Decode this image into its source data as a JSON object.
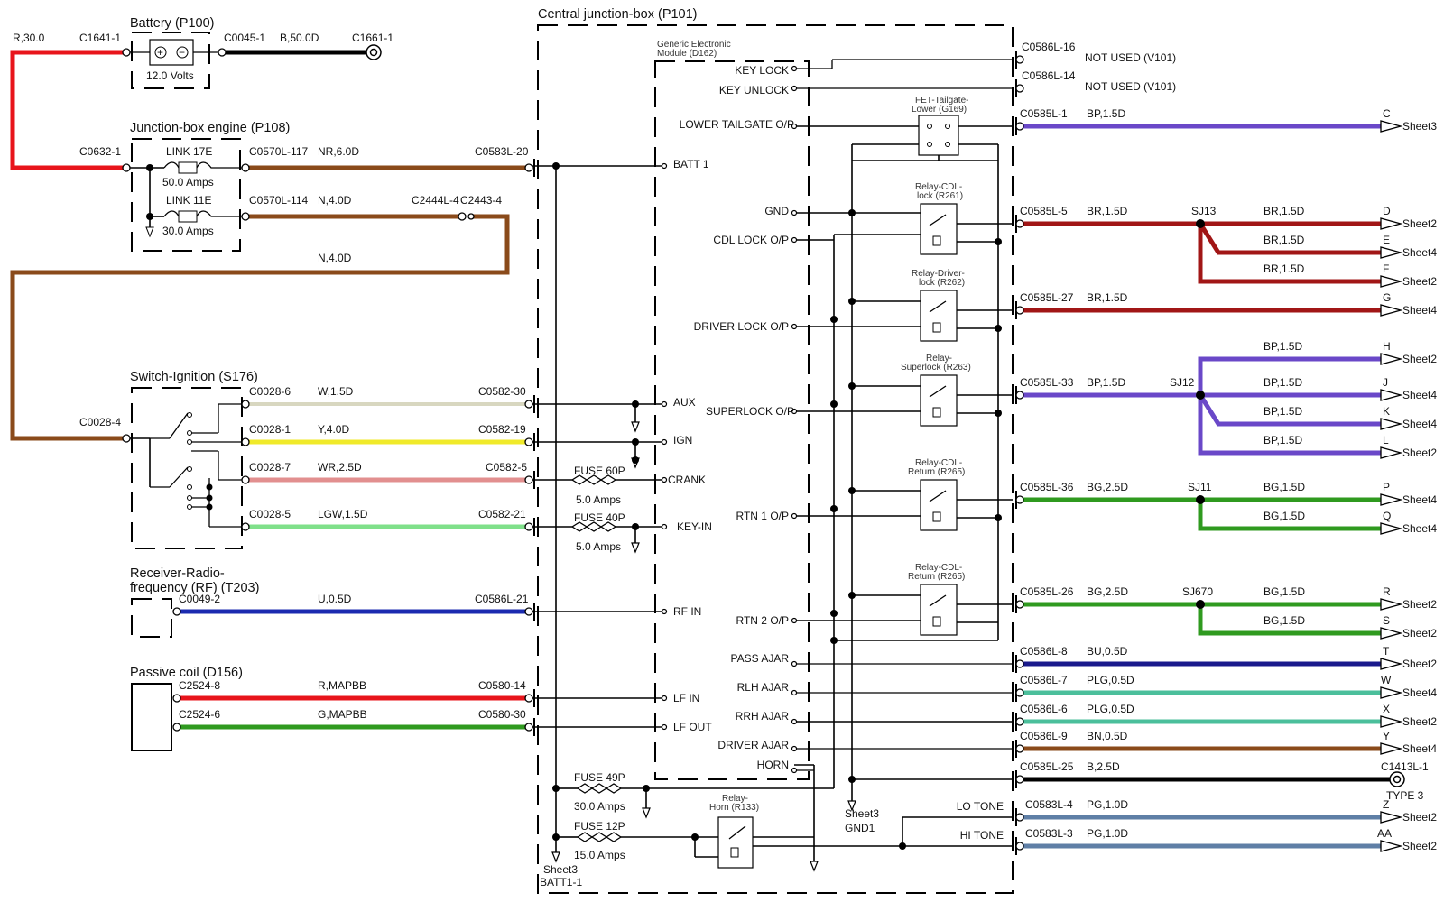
{
  "colors": {
    "red": "#e8141b",
    "brown": "#8a4a1a",
    "purple": "#6a48c8",
    "darkred": "#a11616",
    "green": "#2f9a1f",
    "navy": "#1a1a8c",
    "blue": "#1b2bb0",
    "teal": "#4bbf9b",
    "slate": "#5f7fa6",
    "yellow": "#f0ea2a",
    "pink": "#e28f8f",
    "lightgreen": "#7fe08a",
    "cream": "#d8d7c0"
  },
  "components": {
    "battery": {
      "title": "Battery (P100)",
      "voltage": "12.0 Volts",
      "wire_in": "R,30.0",
      "pin_in": "C1641-1",
      "pin_out": "C0045-1",
      "wire_out": "B,50.0D",
      "ground": "C1661-1"
    },
    "jbe": {
      "title": "Junction-box engine (P108)",
      "pin_in": "C0632-1",
      "link1": "LINK 17E",
      "link1_rating": "50.0 Amps",
      "link2": "LINK 11E",
      "link2_rating": "30.0 Amps",
      "pin1": "C0570L-117",
      "wire1": "NR,6.0D",
      "pin2": "C0570L-114",
      "wire2": "N,4.0D",
      "pin_inline1": "C2444L-4",
      "pin_inline2": "C2443-4",
      "wire_loop": "N,4.0D"
    },
    "ignition": {
      "title": "Switch-Ignition (S176)",
      "pin_in": "C0028-4"
    },
    "rf": {
      "title_line1": "Receiver-Radio-",
      "title_line2": "frequency (RF) (T203)",
      "pin": "C0049-2",
      "wire": "U,0.5D",
      "pin_far": "C0586L-21"
    },
    "coil": {
      "title": "Passive coil (D156)",
      "pin1": "C2524-8",
      "wire1": "R,MAPBB",
      "far1": "C0580-14",
      "pin2": "C2524-6",
      "wire2": "G,MAPBB",
      "far2": "C0580-30"
    },
    "cjb": {
      "title": "Central junction-box (P101)",
      "gem_line1": "Generic Electronic",
      "gem_line2": "Module (D162)",
      "batt_pin": "C0583L-20"
    },
    "fuses": {
      "f60": "FUSE 60P",
      "f60_rating": "5.0 Amps",
      "f40": "FUSE 40P",
      "f40_rating": "5.0 Amps",
      "f49": "FUSE 49P",
      "f49_rating": "30.0 Amps",
      "f12": "FUSE 12P",
      "f12_rating": "15.0 Amps"
    },
    "relays": {
      "fet_line1": "FET-Tailgate-",
      "fet_line2": "Lower (G169)",
      "cdl_line1": "Relay-CDL-",
      "cdl_line2": "lock (R261)",
      "drv_line1": "Relay-Driver-",
      "drv_line2": "lock (R262)",
      "sup_line1": "Relay-",
      "sup_line2": "Superlock (R263)",
      "ret_line1": "Relay-CDL-",
      "ret_line2": "Return (R265)",
      "horn_line1": "Relay-",
      "horn_line2": "Horn (R133)"
    },
    "bottom": {
      "batt_sheet": "Sheet3",
      "batt_ref": "BATT1-1",
      "gnd_sheet": "Sheet3",
      "gnd_ref": "GND1"
    }
  },
  "ignition_wires": [
    {
      "pin": "C0028-6",
      "wire": "W,1.5D",
      "far": "C0582-30",
      "signal": "AUX"
    },
    {
      "pin": "C0028-1",
      "wire": "Y,4.0D",
      "far": "C0582-19",
      "signal": "IGN"
    },
    {
      "pin": "C0028-7",
      "wire": "WR,2.5D",
      "far": "C0582-5",
      "signal": "CRANK"
    },
    {
      "pin": "C0028-5",
      "wire": "LGW,1.5D",
      "far": "C0582-21",
      "signal": "KEY-IN"
    }
  ],
  "gem_signals": {
    "key_lock": "KEY LOCK",
    "key_unlock": "KEY UNLOCK",
    "lower_tailgate": "LOWER TAILGATE O/P",
    "batt1": "BATT 1",
    "gnd": "GND",
    "cdl_lock": "CDL LOCK O/P",
    "driver_lock": "DRIVER LOCK O/P",
    "superlock": "SUPERLOCK O/P",
    "rtn1": "RTN 1 O/P",
    "rtn2": "RTN 2 O/P",
    "rf_in": "RF IN",
    "pass_ajar": "PASS AJAR",
    "rlh_ajar": "RLH AJAR",
    "rrh_ajar": "RRH AJAR",
    "lf_in": "LF IN",
    "lf_out": "LF OUT",
    "driver_ajar": "DRIVER AJAR",
    "horn": "HORN",
    "lo_tone": "LO TONE",
    "hi_tone": "HI TONE"
  },
  "outputs": [
    {
      "pin": "C0586L-16",
      "note": "NOT USED (V101)"
    },
    {
      "pin": "C0586L-14",
      "note": "NOT USED (V101)"
    },
    {
      "pin": "C0585L-1",
      "wire": "BP,1.5D",
      "letter": "C",
      "sheet": "Sheet3"
    },
    {
      "pin": "C0585L-5",
      "wire": "BR,1.5D",
      "splice": "SJ13",
      "wire_d": "BR,1.5D",
      "letter": "D",
      "sheet": "Sheet2"
    },
    {
      "wire": "BR,1.5D",
      "letter": "E",
      "sheet": "Sheet4"
    },
    {
      "wire": "BR,1.5D",
      "letter": "F",
      "sheet": "Sheet2"
    },
    {
      "pin": "C0585L-27",
      "wire": "BR,1.5D",
      "letter": "G",
      "sheet": "Sheet4"
    },
    {
      "wire": "BP,1.5D",
      "letter": "H",
      "sheet": "Sheet2"
    },
    {
      "pin": "C0585L-33",
      "wire": "BP,1.5D",
      "splice": "SJ12",
      "wire_j": "BP,1.5D",
      "letter": "J",
      "sheet": "Sheet4"
    },
    {
      "wire": "BP,1.5D",
      "letter": "K",
      "sheet": "Sheet4"
    },
    {
      "wire": "BP,1.5D",
      "letter": "L",
      "sheet": "Sheet2"
    },
    {
      "pin": "C0585L-36",
      "wire": "BG,2.5D",
      "splice": "SJ11",
      "wire_p": "BG,1.5D",
      "letter": "P",
      "sheet": "Sheet4"
    },
    {
      "wire": "BG,1.5D",
      "letter": "Q",
      "sheet": "Sheet4"
    },
    {
      "pin": "C0585L-26",
      "wire": "BG,2.5D",
      "splice": "SJ670",
      "wire_r": "BG,1.5D",
      "letter": "R",
      "sheet": "Sheet2"
    },
    {
      "wire": "BG,1.5D",
      "letter": "S",
      "sheet": "Sheet2"
    },
    {
      "pin": "C0586L-8",
      "wire": "BU,0.5D",
      "letter": "T",
      "sheet": "Sheet2"
    },
    {
      "pin": "C0586L-7",
      "wire": "PLG,0.5D",
      "letter": "W",
      "sheet": "Sheet4"
    },
    {
      "pin": "C0586L-6",
      "wire": "PLG,0.5D",
      "letter": "X",
      "sheet": "Sheet2"
    },
    {
      "pin": "C0586L-9",
      "wire": "BN,0.5D",
      "letter": "Y",
      "sheet": "Sheet4"
    },
    {
      "pin": "C0585L-25",
      "wire": "B,2.5D",
      "ground": "C1413L-1",
      "type": "TYPE 3"
    },
    {
      "pin": "C0583L-4",
      "wire": "PG,1.0D",
      "letter": "Z",
      "sheet": "Sheet2"
    },
    {
      "pin": "C0583L-3",
      "wire": "PG,1.0D",
      "letter": "AA",
      "sheet": "Sheet2"
    }
  ]
}
